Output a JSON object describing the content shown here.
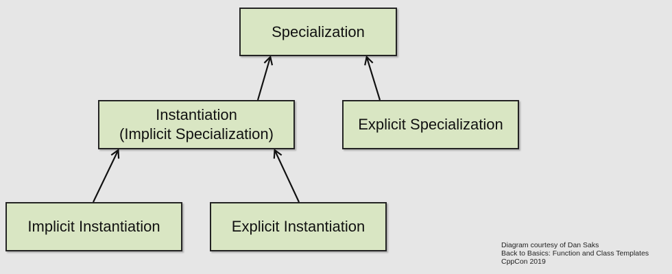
{
  "nodes": {
    "specialization": {
      "label": "Specialization"
    },
    "instantiation": {
      "line1": "Instantiation",
      "line2": "(Implicit Specialization)"
    },
    "explicit_specialization": {
      "label": "Explicit Specialization"
    },
    "implicit_instantiation": {
      "label": "Implicit Instantiation"
    },
    "explicit_instantiation": {
      "label": "Explicit Instantiation"
    }
  },
  "edges": [
    {
      "from": "instantiation",
      "to": "specialization"
    },
    {
      "from": "explicit_specialization",
      "to": "specialization"
    },
    {
      "from": "implicit_instantiation",
      "to": "instantiation"
    },
    {
      "from": "explicit_instantiation",
      "to": "instantiation"
    }
  ],
  "credit": {
    "line1": "Diagram courtesy of Dan Saks",
    "line2": "Back to Basics: Function and Class Templates",
    "line3": "CppCon 2019"
  },
  "colors": {
    "background": "#e6e6e6",
    "node_fill": "#d9e6c3",
    "node_border": "#222222",
    "arrow": "#111111"
  }
}
